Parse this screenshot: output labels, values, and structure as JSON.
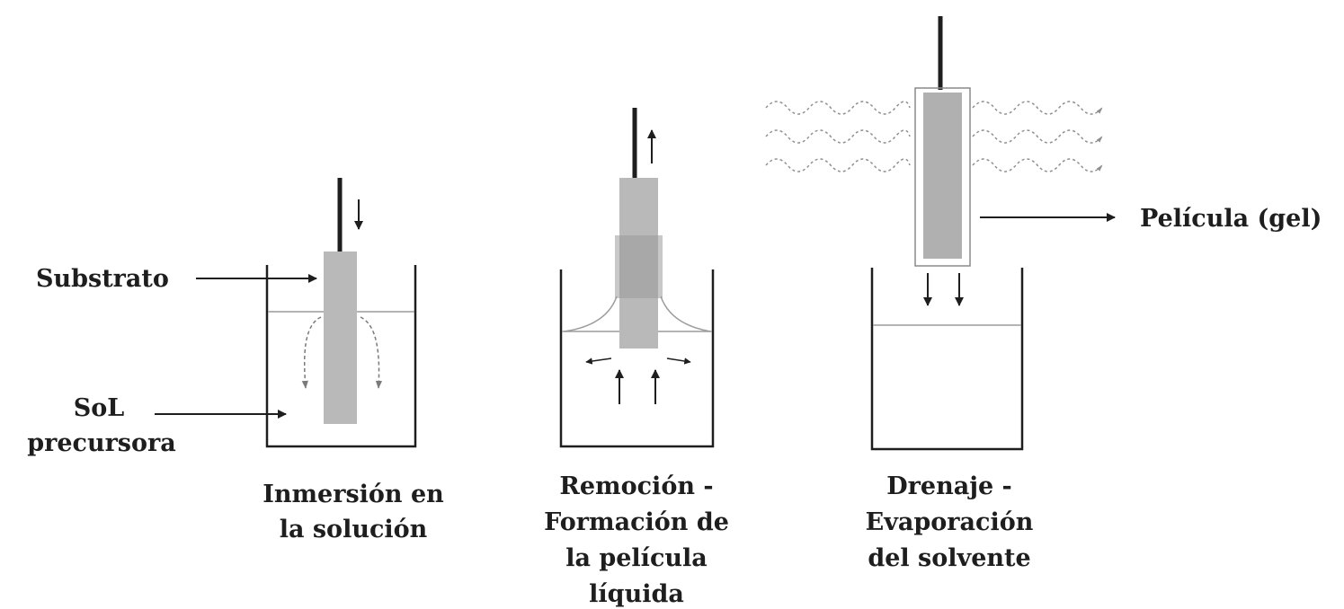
{
  "labels": {
    "substrate": "Substrato",
    "sol_line1": "SoL",
    "sol_line2": "precursora",
    "film": "Película (gel)"
  },
  "steps": [
    {
      "lines": [
        "Inmersión en",
        "la solución"
      ]
    },
    {
      "lines": [
        "Remoción -",
        "Formación de",
        "la película",
        "líquida"
      ]
    },
    {
      "lines": [
        "Drenaje -",
        "Evaporación",
        "del solvente"
      ]
    }
  ],
  "colors": {
    "ink": "#1e1e1e",
    "substrate_fill": "#b9b9b9",
    "film_fill": "#9a9a9a",
    "liquid_line": "#9c9c9c",
    "vapor": "#8f8f8f"
  }
}
